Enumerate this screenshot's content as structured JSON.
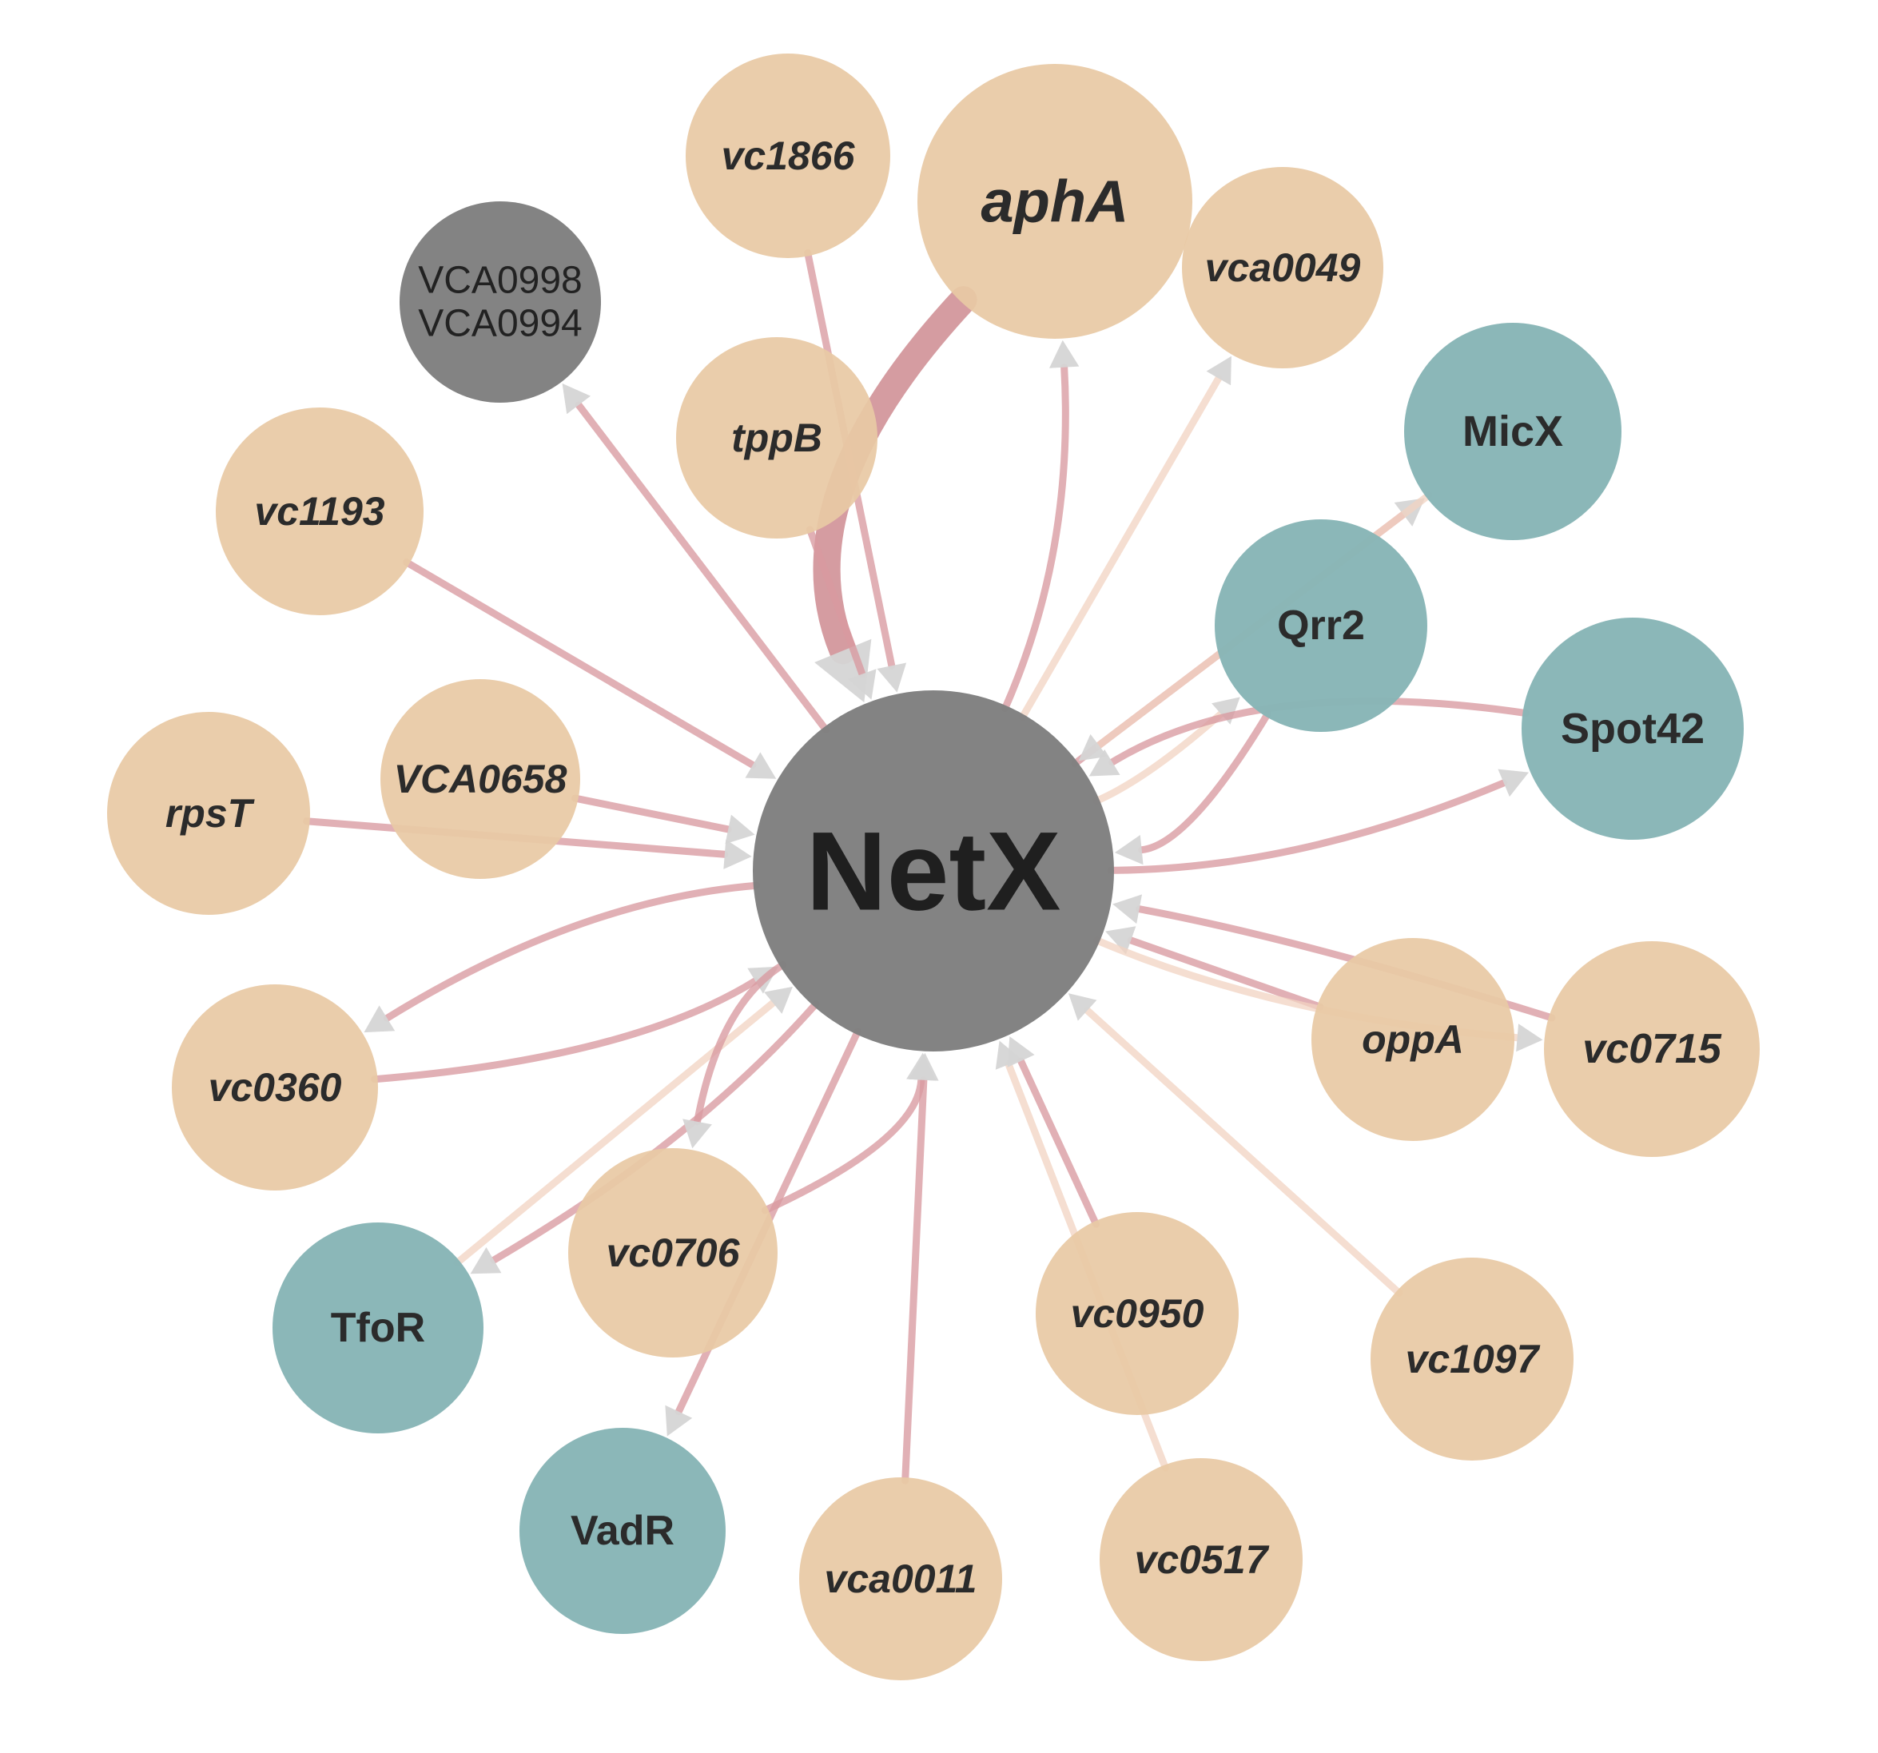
{
  "colors": {
    "gene_node": "#e8c9a5",
    "srna_node": "#87b5b6",
    "hub_node": "#7f7f7f",
    "edge_strong": "#c98087",
    "edge_medium": "#d99aa0",
    "edge_weak": "#f2d3c2",
    "arrowhead": "#d5d5d5"
  },
  "hub": {
    "id": "NetX",
    "label": "NetX",
    "type": "hub"
  },
  "nodes": [
    {
      "id": "aphA",
      "label": "aphA",
      "type": "gene"
    },
    {
      "id": "vc1866",
      "label": "vc1866",
      "type": "gene"
    },
    {
      "id": "vca0049",
      "label": "vca0049",
      "type": "gene"
    },
    {
      "id": "VCA0998",
      "label": "VCA0998\nVCA0994",
      "type": "group"
    },
    {
      "id": "tppB",
      "label": "tppB",
      "type": "gene"
    },
    {
      "id": "MicX",
      "label": "MicX",
      "type": "srna"
    },
    {
      "id": "vc1193",
      "label": "vc1193",
      "type": "gene"
    },
    {
      "id": "Qrr2",
      "label": "Qrr2",
      "type": "srna"
    },
    {
      "id": "Spot42",
      "label": "Spot42",
      "type": "srna"
    },
    {
      "id": "VCA0658",
      "label": "VCA0658",
      "type": "gene"
    },
    {
      "id": "rpsT",
      "label": "rpsT",
      "type": "gene"
    },
    {
      "id": "vc0360",
      "label": "vc0360",
      "type": "gene"
    },
    {
      "id": "oppA",
      "label": "oppA",
      "type": "gene"
    },
    {
      "id": "vc0715",
      "label": "vc0715",
      "type": "gene"
    },
    {
      "id": "vc0706",
      "label": "vc0706",
      "type": "gene"
    },
    {
      "id": "TfoR",
      "label": "TfoR",
      "type": "srna"
    },
    {
      "id": "vc0950",
      "label": "vc0950",
      "type": "gene"
    },
    {
      "id": "vc1097",
      "label": "vc1097",
      "type": "gene"
    },
    {
      "id": "VadR",
      "label": "VadR",
      "type": "srna"
    },
    {
      "id": "vca0011",
      "label": "vca0011",
      "type": "gene"
    },
    {
      "id": "vc0517",
      "label": "vc0517",
      "type": "gene"
    }
  ],
  "edges": [
    {
      "from": "aphA",
      "to": "NetX",
      "strength": "strong"
    },
    {
      "from": "NetX",
      "to": "aphA",
      "strength": "medium"
    },
    {
      "from": "vc1866",
      "to": "NetX",
      "strength": "medium"
    },
    {
      "from": "tppB",
      "to": "NetX",
      "strength": "medium"
    },
    {
      "from": "NetX",
      "to": "VCA0998",
      "strength": "medium"
    },
    {
      "from": "NetX",
      "to": "vca0049",
      "strength": "weak"
    },
    {
      "from": "NetX",
      "to": "MicX",
      "strength": "medium"
    },
    {
      "from": "MicX",
      "to": "NetX",
      "strength": "weak"
    },
    {
      "from": "NetX",
      "to": "Qrr2",
      "strength": "weak"
    },
    {
      "from": "Qrr2",
      "to": "NetX",
      "strength": "medium"
    },
    {
      "from": "Spot42",
      "to": "NetX",
      "strength": "medium"
    },
    {
      "from": "NetX",
      "to": "Spot42",
      "strength": "medium"
    },
    {
      "from": "vc1193",
      "to": "NetX",
      "strength": "medium"
    },
    {
      "from": "VCA0658",
      "to": "NetX",
      "strength": "medium"
    },
    {
      "from": "rpsT",
      "to": "NetX",
      "strength": "medium"
    },
    {
      "from": "NetX",
      "to": "vc0360",
      "strength": "medium"
    },
    {
      "from": "vc0360",
      "to": "NetX",
      "strength": "medium"
    },
    {
      "from": "NetX",
      "to": "TfoR",
      "strength": "medium"
    },
    {
      "from": "TfoR",
      "to": "NetX",
      "strength": "weak"
    },
    {
      "from": "vc0706",
      "to": "NetX",
      "strength": "medium"
    },
    {
      "from": "NetX",
      "to": "vc0706",
      "strength": "medium"
    },
    {
      "from": "NetX",
      "to": "VadR",
      "strength": "medium"
    },
    {
      "from": "vca0011",
      "to": "NetX",
      "strength": "medium"
    },
    {
      "from": "vc0517",
      "to": "NetX",
      "strength": "weak"
    },
    {
      "from": "vc0950",
      "to": "NetX",
      "strength": "medium"
    },
    {
      "from": "vc1097",
      "to": "NetX",
      "strength": "weak"
    },
    {
      "from": "oppA",
      "to": "NetX",
      "strength": "medium"
    },
    {
      "from": "vc0715",
      "to": "NetX",
      "strength": "medium"
    },
    {
      "from": "NetX",
      "to": "vc0715",
      "strength": "weak"
    }
  ]
}
